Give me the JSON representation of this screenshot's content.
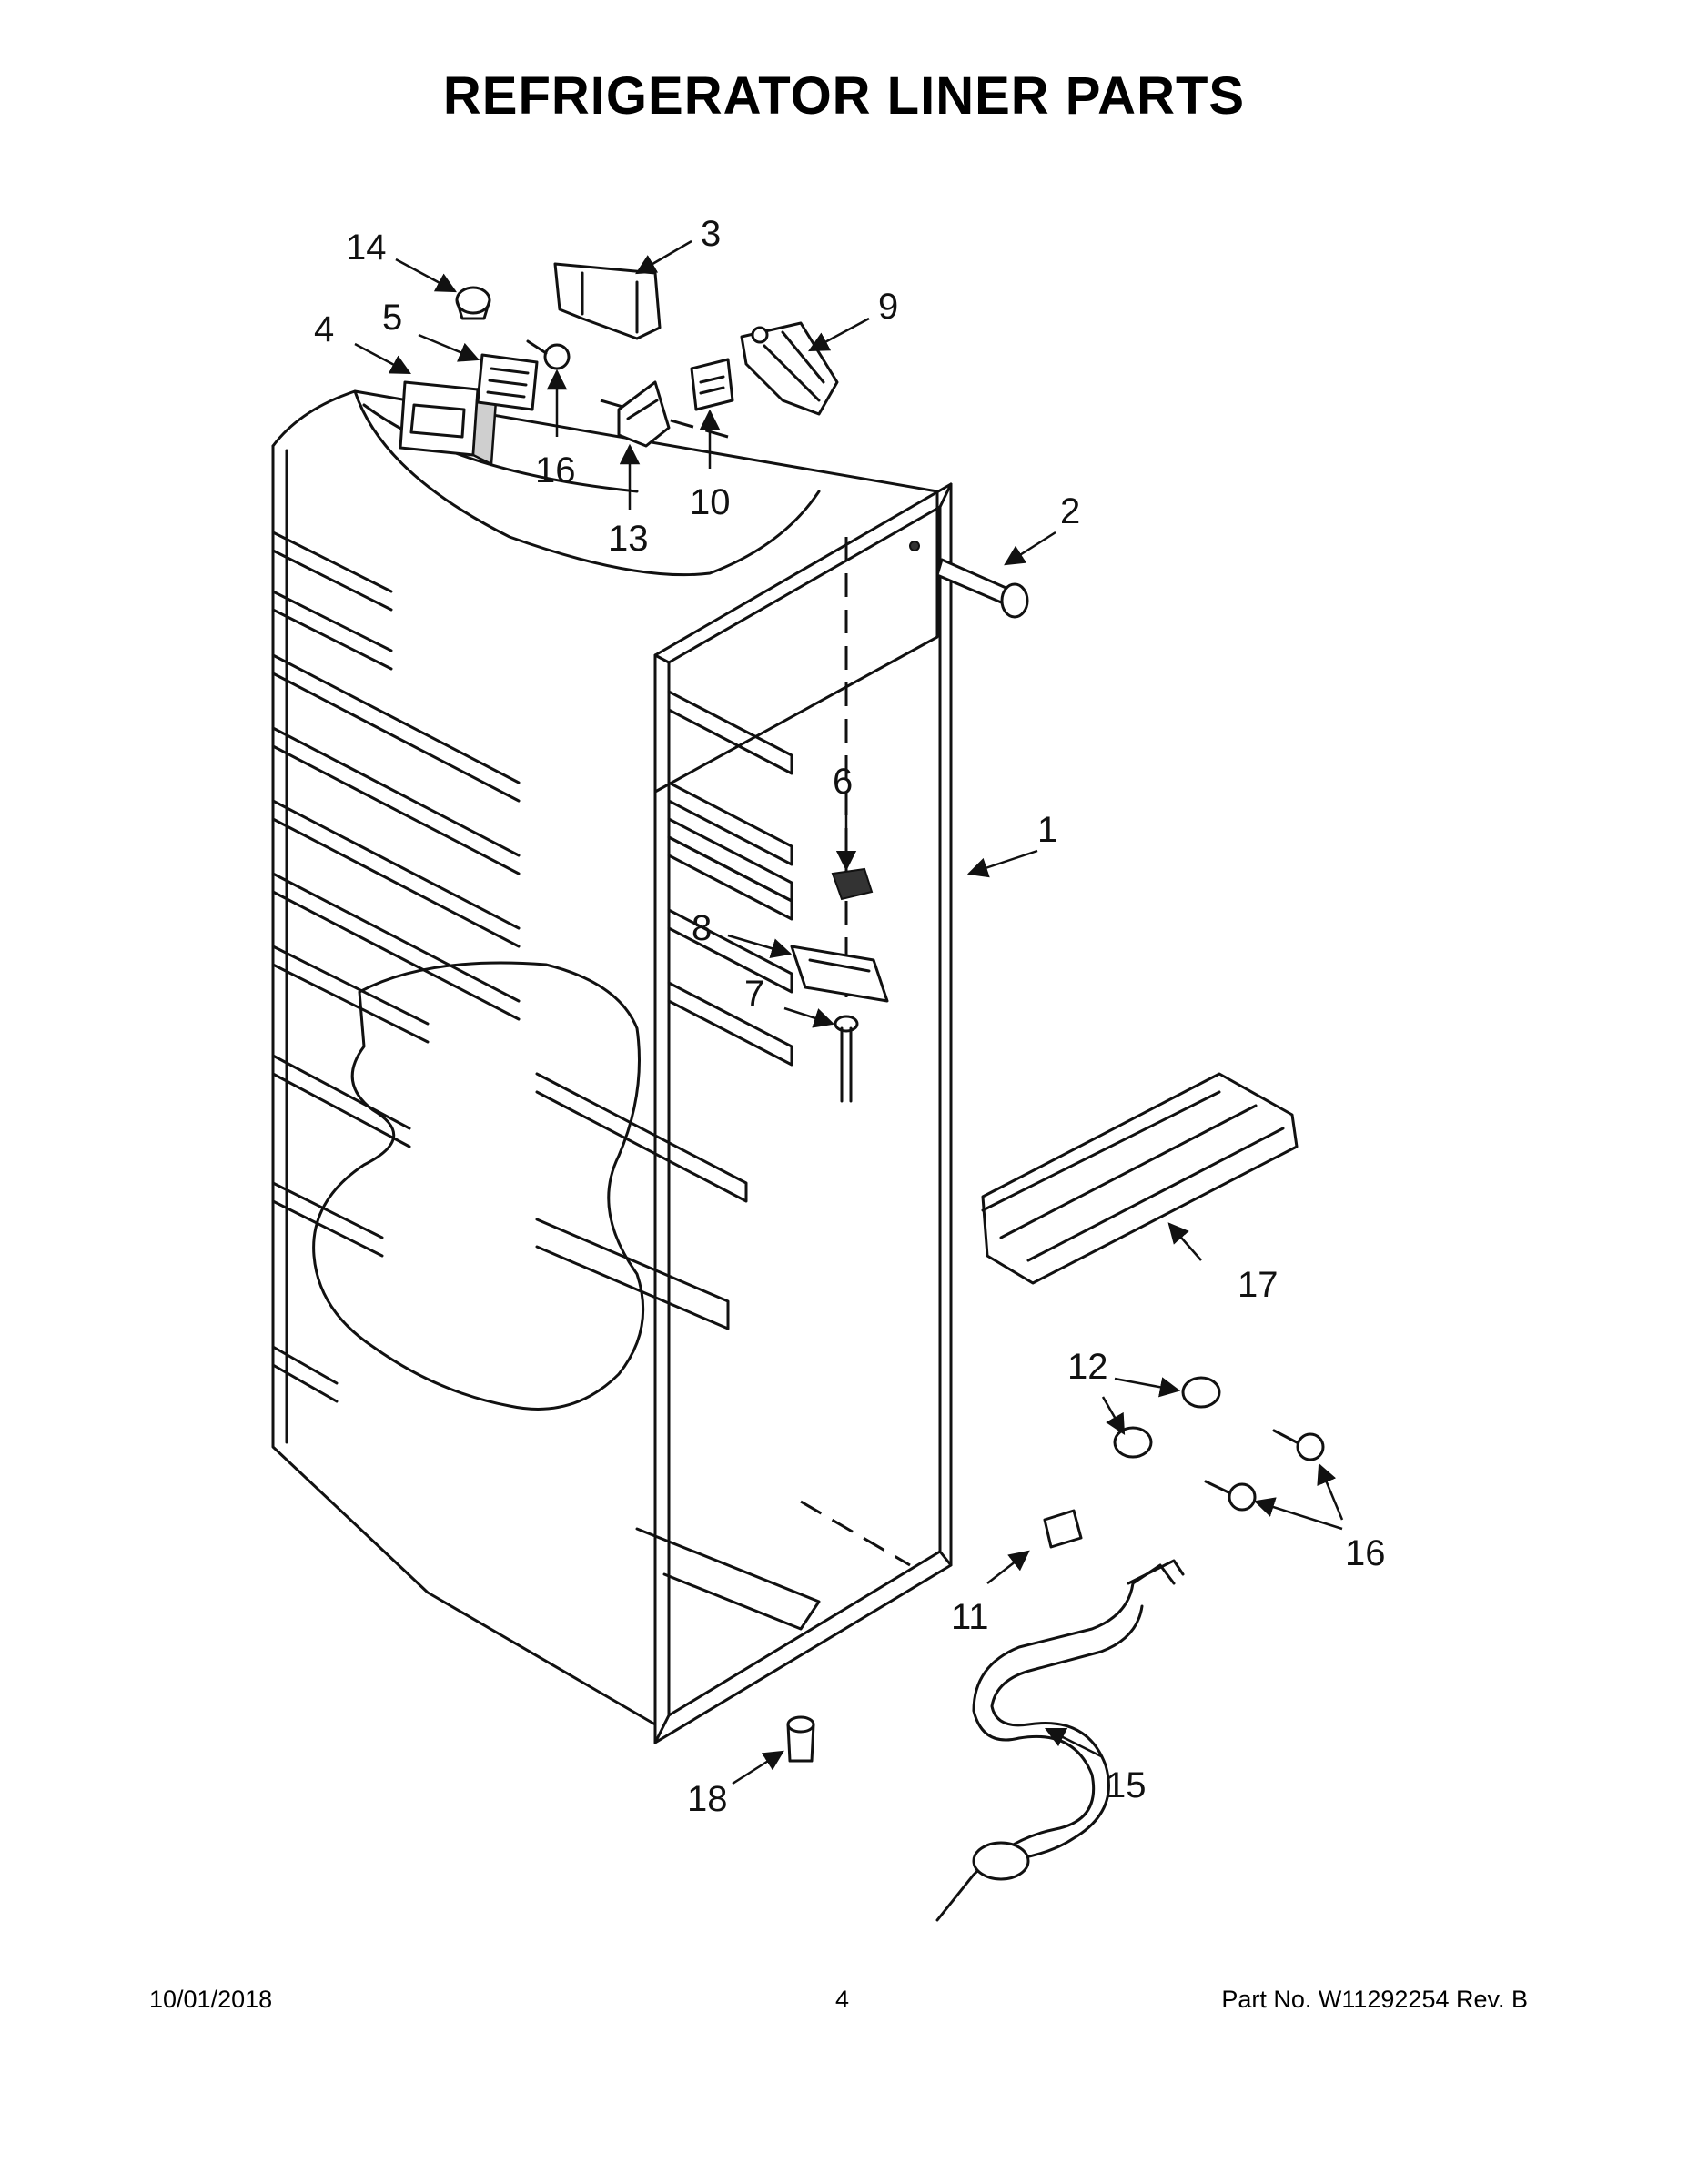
{
  "page": {
    "title": "REFRIGERATOR LINER PARTS",
    "footer": {
      "date": "10/01/2018",
      "page_number": "4",
      "part_no": "Part No.  W11292254  Rev.  B"
    }
  },
  "callouts": {
    "c1": "1",
    "c2": "2",
    "c3": "3",
    "c4": "4",
    "c5": "5",
    "c6": "6",
    "c7": "7",
    "c8": "8",
    "c9": "9",
    "c10": "10",
    "c11": "11",
    "c12": "12",
    "c13": "13",
    "c14": "14",
    "c15": "15",
    "c16a": "16",
    "c16b": "16",
    "c17": "17",
    "c18": "18"
  }
}
